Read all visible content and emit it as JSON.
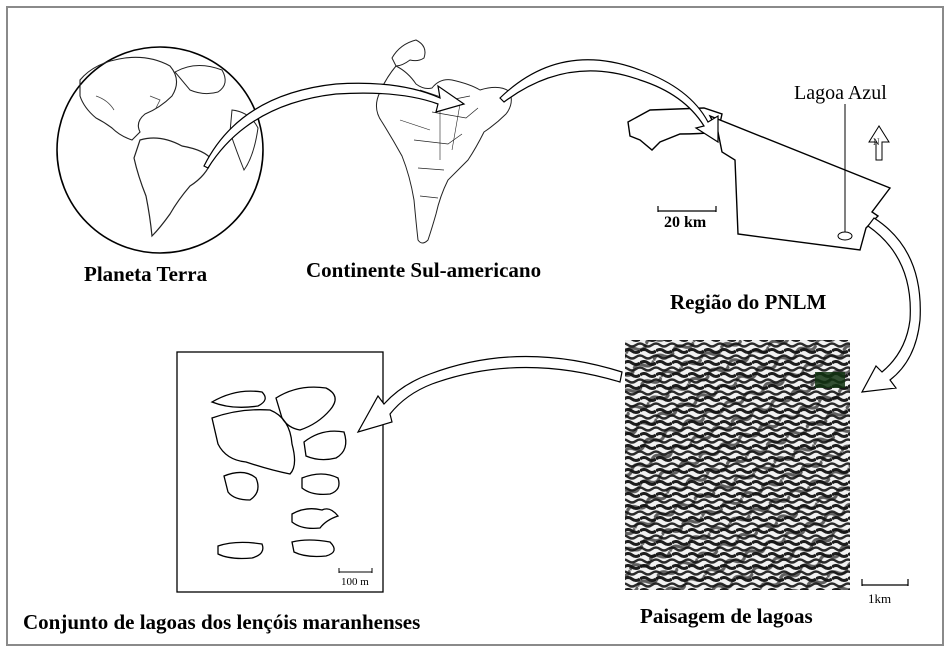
{
  "panels": {
    "globe": {
      "label": "Planeta Terra"
    },
    "continent": {
      "label": "Continente Sul-americano"
    },
    "region": {
      "label": "Região do PNLM",
      "lagoon_label": "Lagoa Azul",
      "north_label": "N",
      "scale_label": "20 km"
    },
    "landscape": {
      "label": "Paisagem de lagoas",
      "scale_label": "1km"
    },
    "lagoons_set": {
      "label": "Conjunto de lagoas dos lençóis maranhenses",
      "scale_label": "100 m"
    }
  }
}
